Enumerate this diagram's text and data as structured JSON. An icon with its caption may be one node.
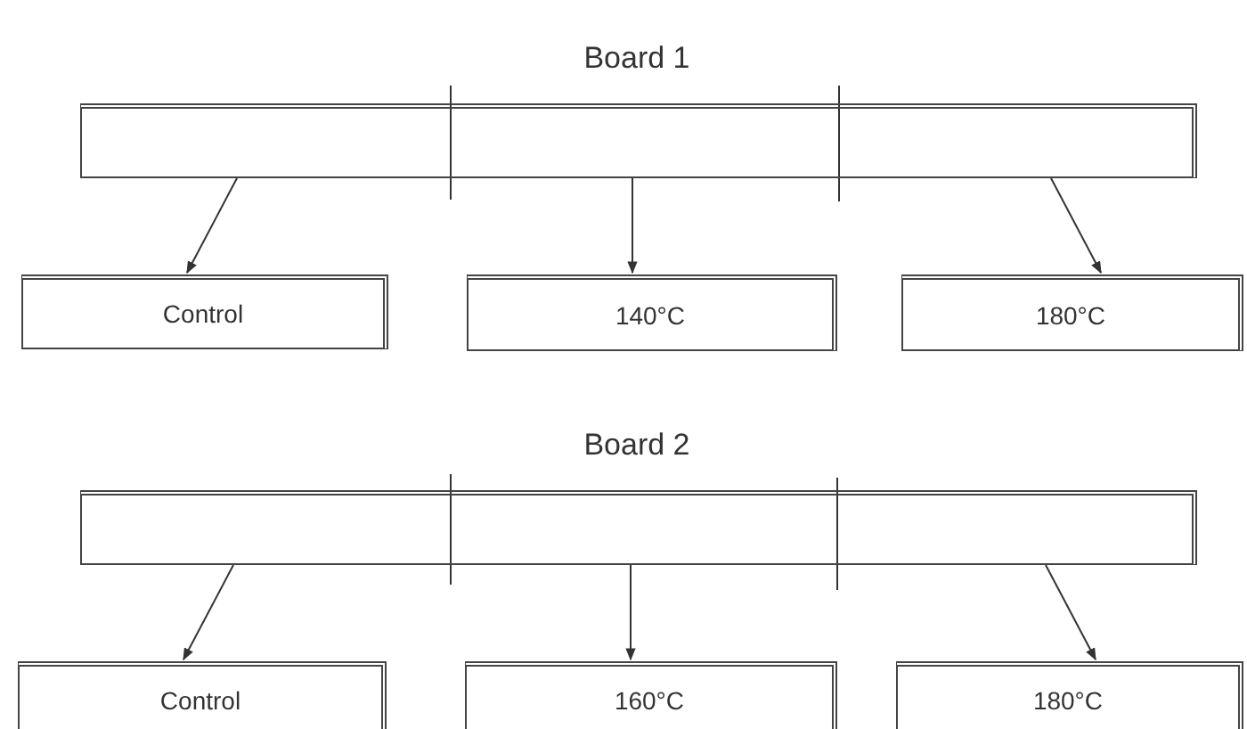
{
  "diagram": {
    "nodes": [
      {
        "text": [
          "Board 1"
        ]
      },
      {
        "text": [
          "Control"
        ]
      },
      {
        "text": [
          "140°C"
        ]
      },
      {
        "text": [
          "180°C"
        ]
      },
      {
        "text": [
          "Board 2"
        ]
      },
      {
        "text": [
          "Control"
        ]
      },
      {
        "text": [
          "160°C"
        ]
      },
      {
        "text": [
          "180°C"
        ]
      }
    ],
    "edges": [
      {
        "from": 0,
        "to": 1,
        "arrow": "to"
      },
      {
        "from": 0,
        "to": 2,
        "arrow": "to"
      },
      {
        "from": 0,
        "to": 3,
        "arrow": "to"
      },
      {
        "from": 4,
        "to": 5,
        "arrow": "to"
      },
      {
        "from": 4,
        "to": 6,
        "arrow": "to"
      },
      {
        "from": 4,
        "to": 7,
        "arrow": "to"
      }
    ]
  }
}
